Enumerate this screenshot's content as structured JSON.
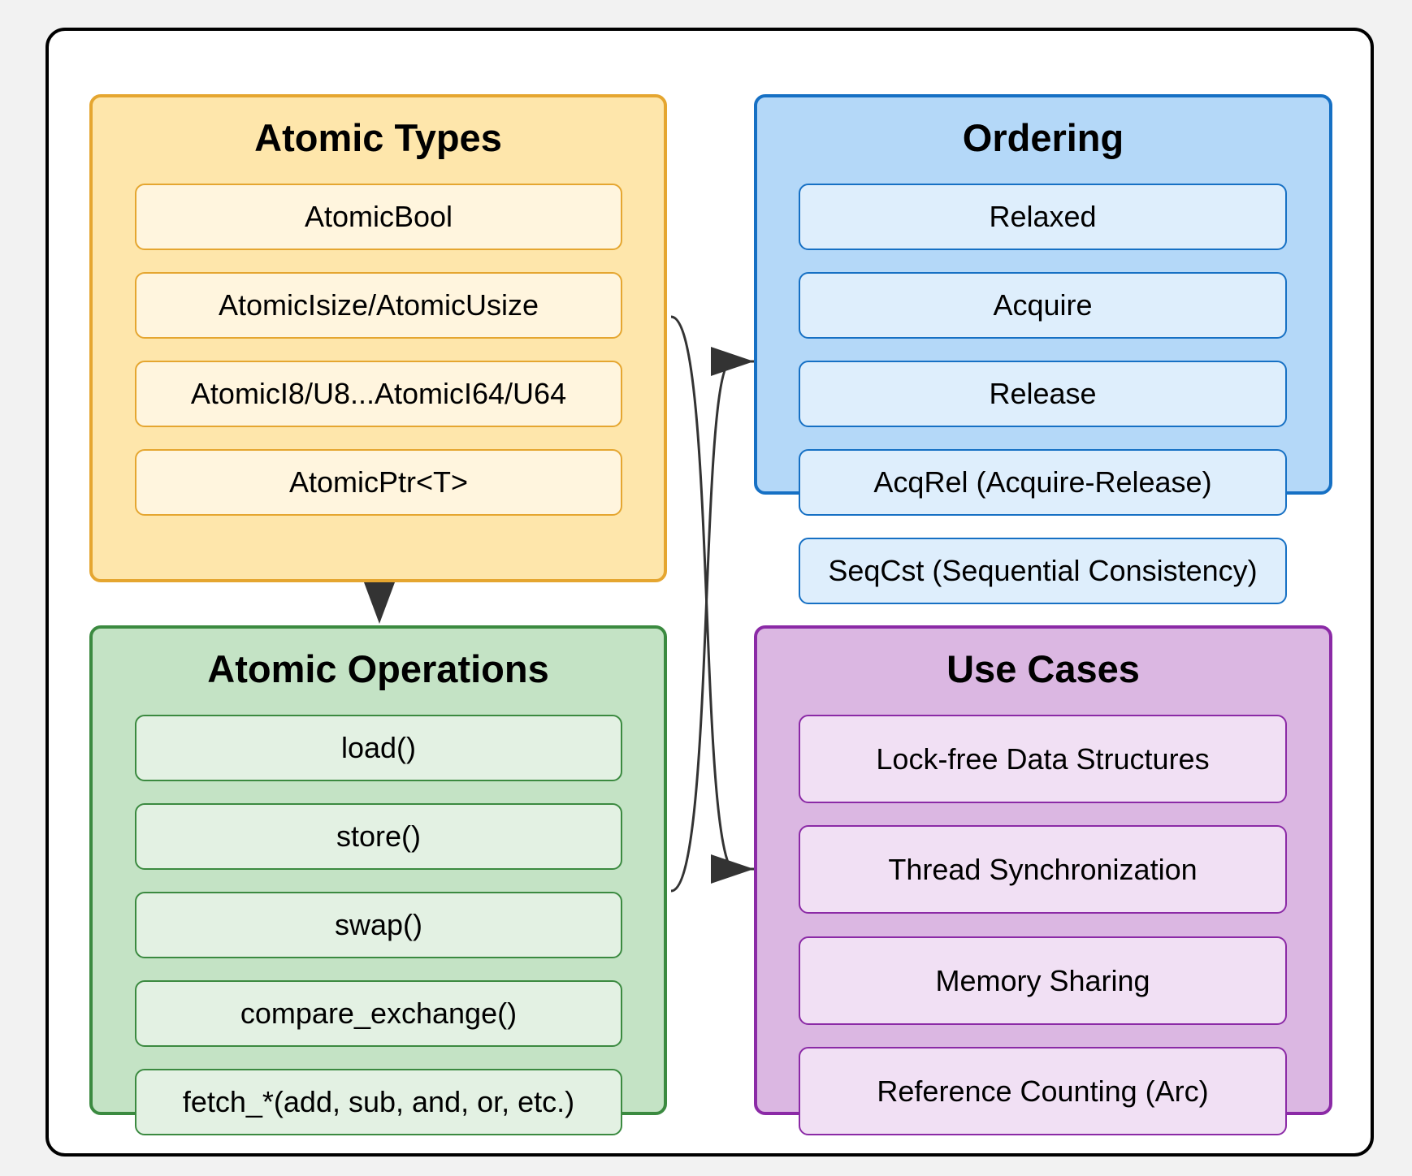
{
  "groups": {
    "types": {
      "title": "Atomic Types",
      "items": [
        "AtomicBool",
        "AtomicIsize/AtomicUsize",
        "AtomicI8/U8...AtomicI64/U64",
        "AtomicPtr<T>"
      ]
    },
    "ops": {
      "title": "Atomic Operations",
      "items": [
        "load()",
        "store()",
        "swap()",
        "compare_exchange()",
        "fetch_*(add, sub, and, or, etc.)"
      ]
    },
    "ordering": {
      "title": "Ordering",
      "items": [
        "Relaxed",
        "Acquire",
        "Release",
        "AcqRel (Acquire-Release)",
        "SeqCst (Sequential Consistency)"
      ]
    },
    "use_cases": {
      "title": "Use Cases",
      "items": [
        "Lock-free Data Structures",
        "Thread Synchronization",
        "Memory Sharing",
        "Reference Counting (Arc)"
      ]
    }
  },
  "edges": [
    {
      "from": "Atomic Types",
      "to": "Atomic Operations"
    },
    {
      "from": "Atomic Types",
      "to": "Use Cases"
    },
    {
      "from": "Atomic Operations",
      "to": "Ordering"
    }
  ],
  "colors": {
    "types_fill": "#fee6ab",
    "types_stroke": "#e5a630",
    "ops_fill": "#c4e3c5",
    "ops_stroke": "#3b8a40",
    "ordering_fill": "#b4d8f8",
    "ordering_stroke": "#1670c4",
    "use_fill": "#dbb7e2",
    "use_stroke": "#8b2aa6",
    "edge": "#333333"
  }
}
